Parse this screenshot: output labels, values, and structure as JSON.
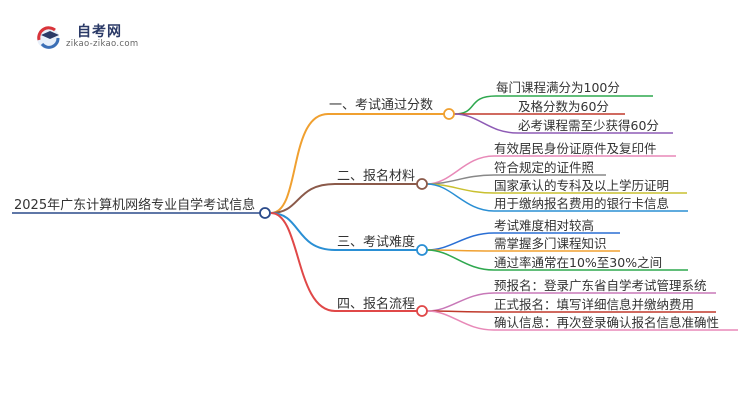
{
  "logo": {
    "title": "自考网",
    "subtitle": "zikao-zikao.com"
  },
  "root": {
    "label": "2025年广东计算机网络专业自学考试信息"
  },
  "branches": [
    {
      "label": "一、考试通过分数",
      "color": "#f0a030",
      "leaves": [
        {
          "label": "每门课程满分为100分",
          "color": "#2fa84f"
        },
        {
          "label": "及格分数为60分",
          "color": "#c0392b"
        },
        {
          "label": "必考课程需至少获得60分",
          "color": "#8e5bb5"
        }
      ]
    },
    {
      "label": "二、报名材料",
      "color": "#8b5a4a",
      "leaves": [
        {
          "label": "有效居民身份证原件及复印件",
          "color": "#e889b8"
        },
        {
          "label": "符合规定的证件照",
          "color": "#888888"
        },
        {
          "label": "国家承认的专科及以上学历证明",
          "color": "#c9c030"
        },
        {
          "label": "用于缴纳报名费用的银行卡信息",
          "color": "#2a8fd4"
        }
      ]
    },
    {
      "label": "三、考试难度",
      "color": "#2a8fd4",
      "leaves": [
        {
          "label": "考试难度相对较高",
          "color": "#2a6fd4"
        },
        {
          "label": "需掌握多门课程知识",
          "color": "#f0a030"
        },
        {
          "label": "通过率通常在10%至30%之间",
          "color": "#2fa84f"
        }
      ]
    },
    {
      "label": "四、报名流程",
      "color": "#e04848",
      "leaves": [
        {
          "label": "预报名：登录广东省自学考试管理系统",
          "color": "#c878b8"
        },
        {
          "label": "正式报名：填写详细信息并缴纳费用",
          "color": "#c0392b"
        },
        {
          "label": "确认信息：再次登录确认报名信息准确性",
          "color": "#e889b8"
        }
      ]
    }
  ]
}
